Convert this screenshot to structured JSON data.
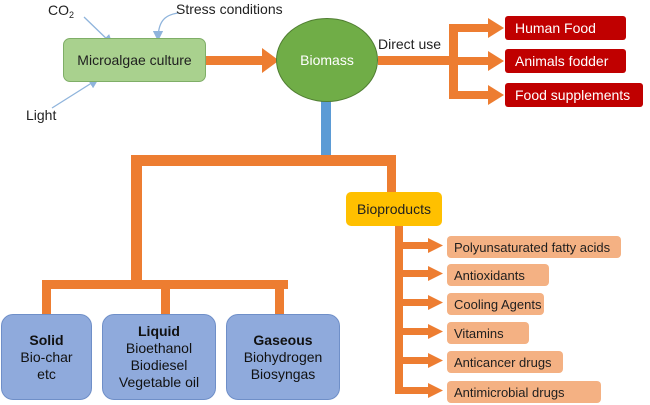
{
  "inputs": {
    "co2": "CO",
    "co2_subscript": "2",
    "stress": "Stress conditions",
    "light": "Light"
  },
  "culture": "Microalgae culture",
  "biomass": "Biomass",
  "direct_use": {
    "label": "Direct use",
    "items": [
      "Human Food",
      "Animals fodder",
      "Food supplements"
    ]
  },
  "bioproducts": {
    "label": "Bioproducts",
    "items": [
      "Polyunsaturated fatty acids",
      "Antioxidants",
      "Cooling Agents",
      "Vitamins",
      "Anticancer drugs",
      "Antimicrobial drugs"
    ]
  },
  "fuels": [
    {
      "title": "Solid",
      "lines": [
        "Bio-char",
        "etc"
      ]
    },
    {
      "title": "Liquid",
      "lines": [
        "Bioethanol",
        "Biodiesel",
        "Vegetable oil"
      ]
    },
    {
      "title": "Gaseous",
      "lines": [
        "Biohydrogen",
        "Biosyngas"
      ]
    }
  ],
  "colors": {
    "connector": "#ed7d31",
    "stem": "#5b9bd5",
    "input_arrow": "#8fb4dc"
  }
}
